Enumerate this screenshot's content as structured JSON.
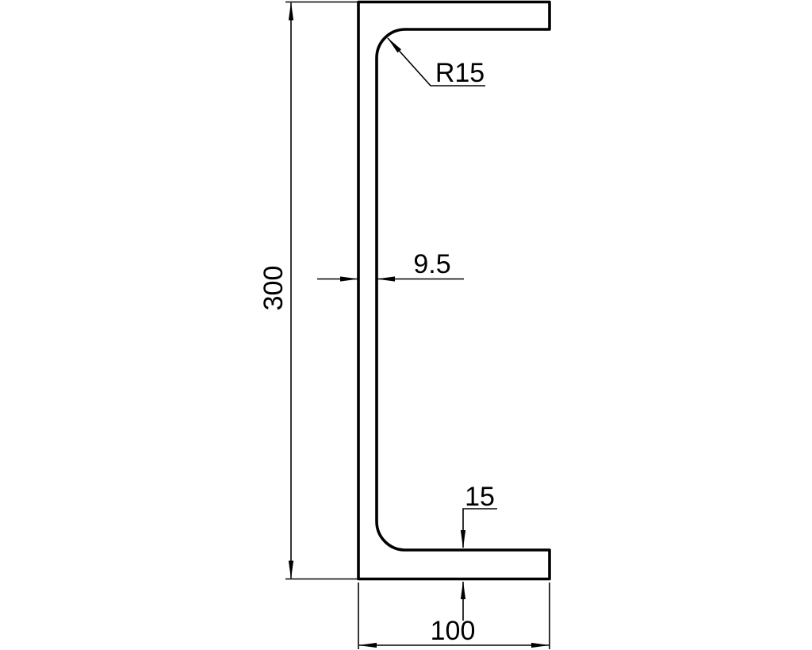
{
  "canvas": {
    "background": "#ffffff",
    "line_color": "#000000"
  },
  "labels": {
    "height": "300",
    "web_thickness": "9.5",
    "fillet_radius": "R15",
    "flange_thickness": "15",
    "width": "100"
  }
}
